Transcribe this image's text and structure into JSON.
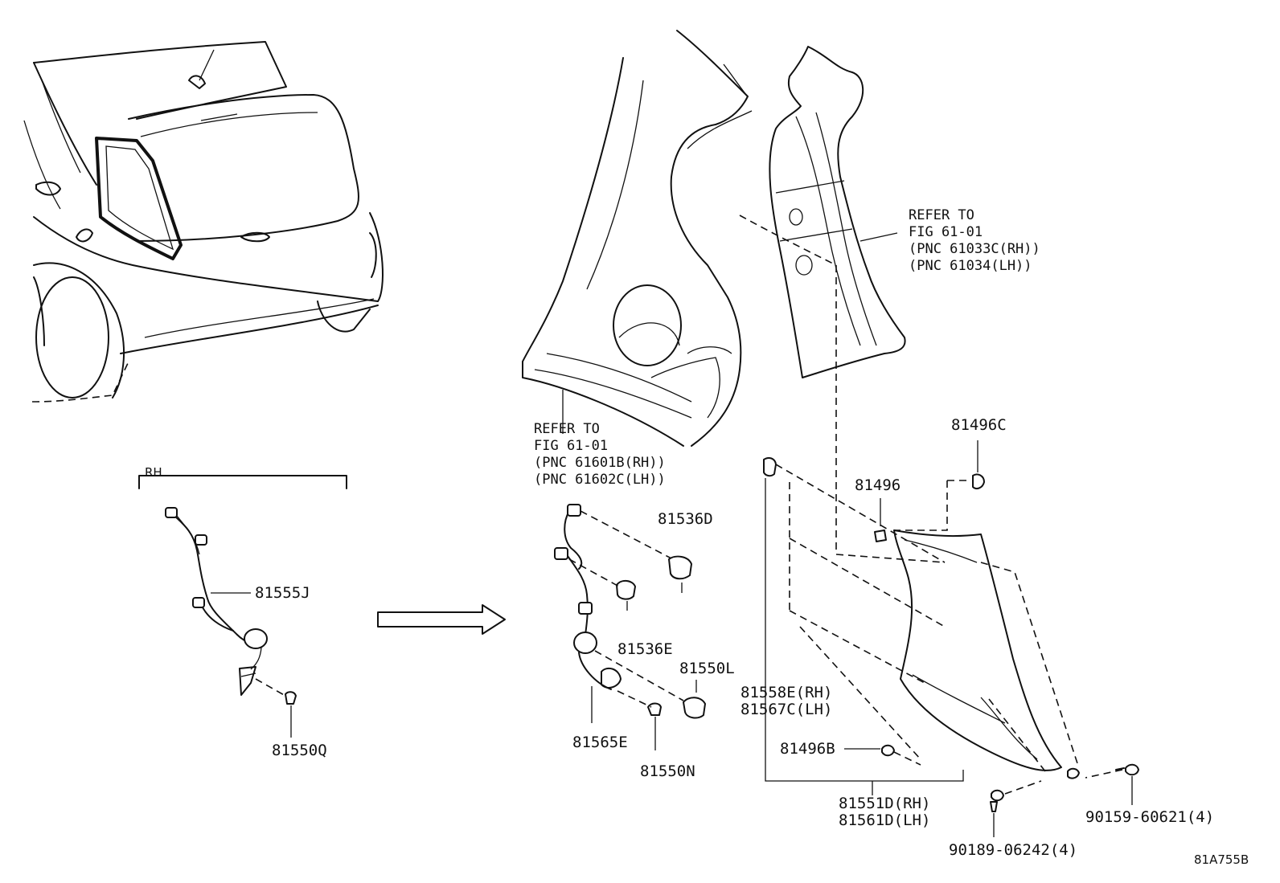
{
  "labels": {
    "p81555J": "81555J",
    "p81550Q": "81550Q",
    "rh": "RH",
    "p81536D": "81536D",
    "p81536E": "81536E",
    "p81550L": "81550L",
    "p81565E": "81565E",
    "p81550N": "81550N",
    "p81496C": "81496C",
    "p81496": "81496",
    "p81558E_rh": "81558E(RH)",
    "p81567C_lh": "81567C(LH)",
    "p81496B": "81496B",
    "p81551D_rh": "81551D(RH)",
    "p81561D_lh": "81561D(LH)",
    "p90159": "90159-60621(4)",
    "p90189": "90189-06242(4)",
    "diagram_code": "81A755B"
  },
  "refer_upper": {
    "line1": "REFER TO",
    "line2": "FIG 61-01",
    "line3": "(PNC 61033C(RH))",
    "line4": "(PNC 61034(LH))"
  },
  "refer_lower": {
    "line1": "REFER TO",
    "line2": "FIG 61-01",
    "line3": "(PNC 61601B(RH))",
    "line4": "(PNC 61602C(LH))"
  }
}
